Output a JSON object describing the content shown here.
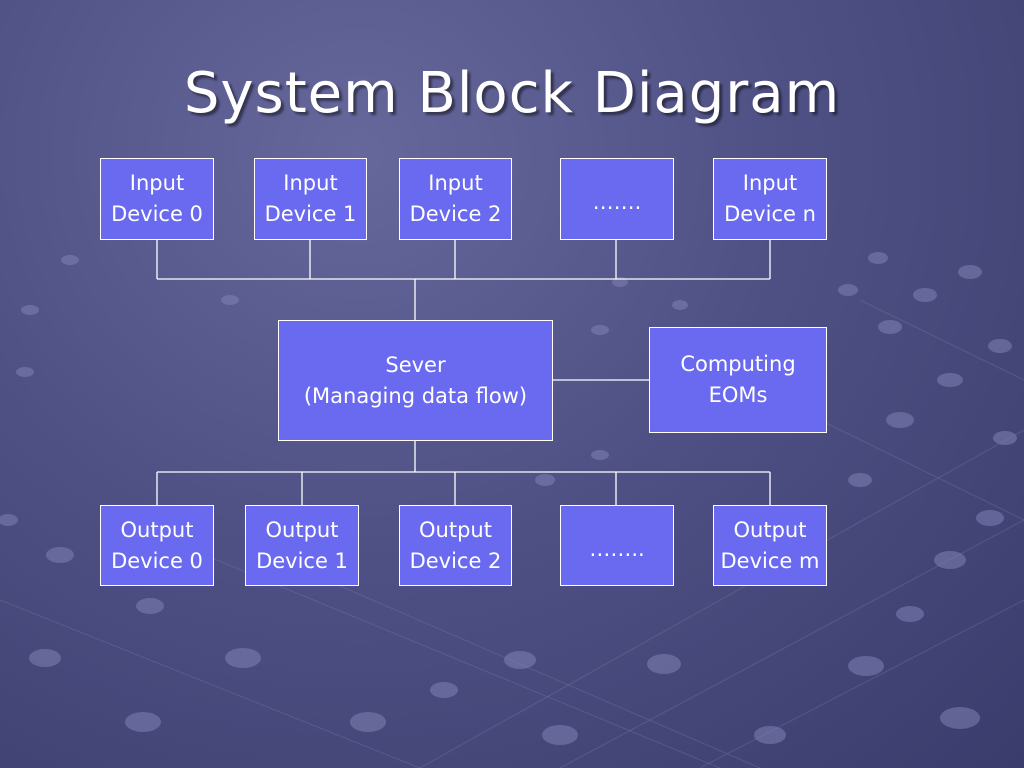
{
  "title": "System Block Diagram",
  "colors": {
    "box_fill": "#6a6af0",
    "box_border": "#ffffff",
    "line": "#ffffff",
    "title_text": "#ffffff",
    "background": "#4f5185"
  },
  "input_devices": [
    {
      "line1": "Input",
      "line2": "Device 0"
    },
    {
      "line1": "Input",
      "line2": "Device 1"
    },
    {
      "line1": "Input",
      "line2": "Device 2"
    },
    {
      "line1": "…….",
      "line2": ""
    },
    {
      "line1": "Input",
      "line2": "Device n"
    }
  ],
  "server": {
    "line1": "Sever",
    "line2": "(Managing data flow)"
  },
  "computing": {
    "line1": "Computing",
    "line2": "EOMs"
  },
  "output_devices": [
    {
      "line1": "Output",
      "line2": "Device 0"
    },
    {
      "line1": "Output",
      "line2": "Device 1"
    },
    {
      "line1": "Output",
      "line2": "Device 2"
    },
    {
      "line1": "……..",
      "line2": ""
    },
    {
      "line1": "Output",
      "line2": "Device m"
    }
  ]
}
